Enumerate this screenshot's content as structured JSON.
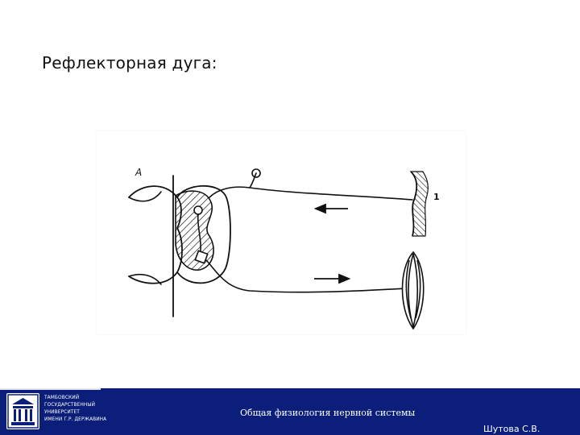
{
  "title": "Рефлекторная дуга:",
  "figure": {
    "label_a": "A",
    "label_1": "1"
  },
  "footer": {
    "university_lines": [
      "ТАМБОВСКИЙ",
      "ГОСУДАРСТВЕННЫЙ",
      "УНИВЕРСИТЕТ",
      "ИМЕНИ Г.Р. ДЕРЖАВИНА"
    ],
    "course": "Общая физиология нервной системы",
    "author": "Шутова С.В."
  },
  "colors": {
    "footer_bg": "#0b1f7a",
    "text_light": "#ffffff"
  }
}
